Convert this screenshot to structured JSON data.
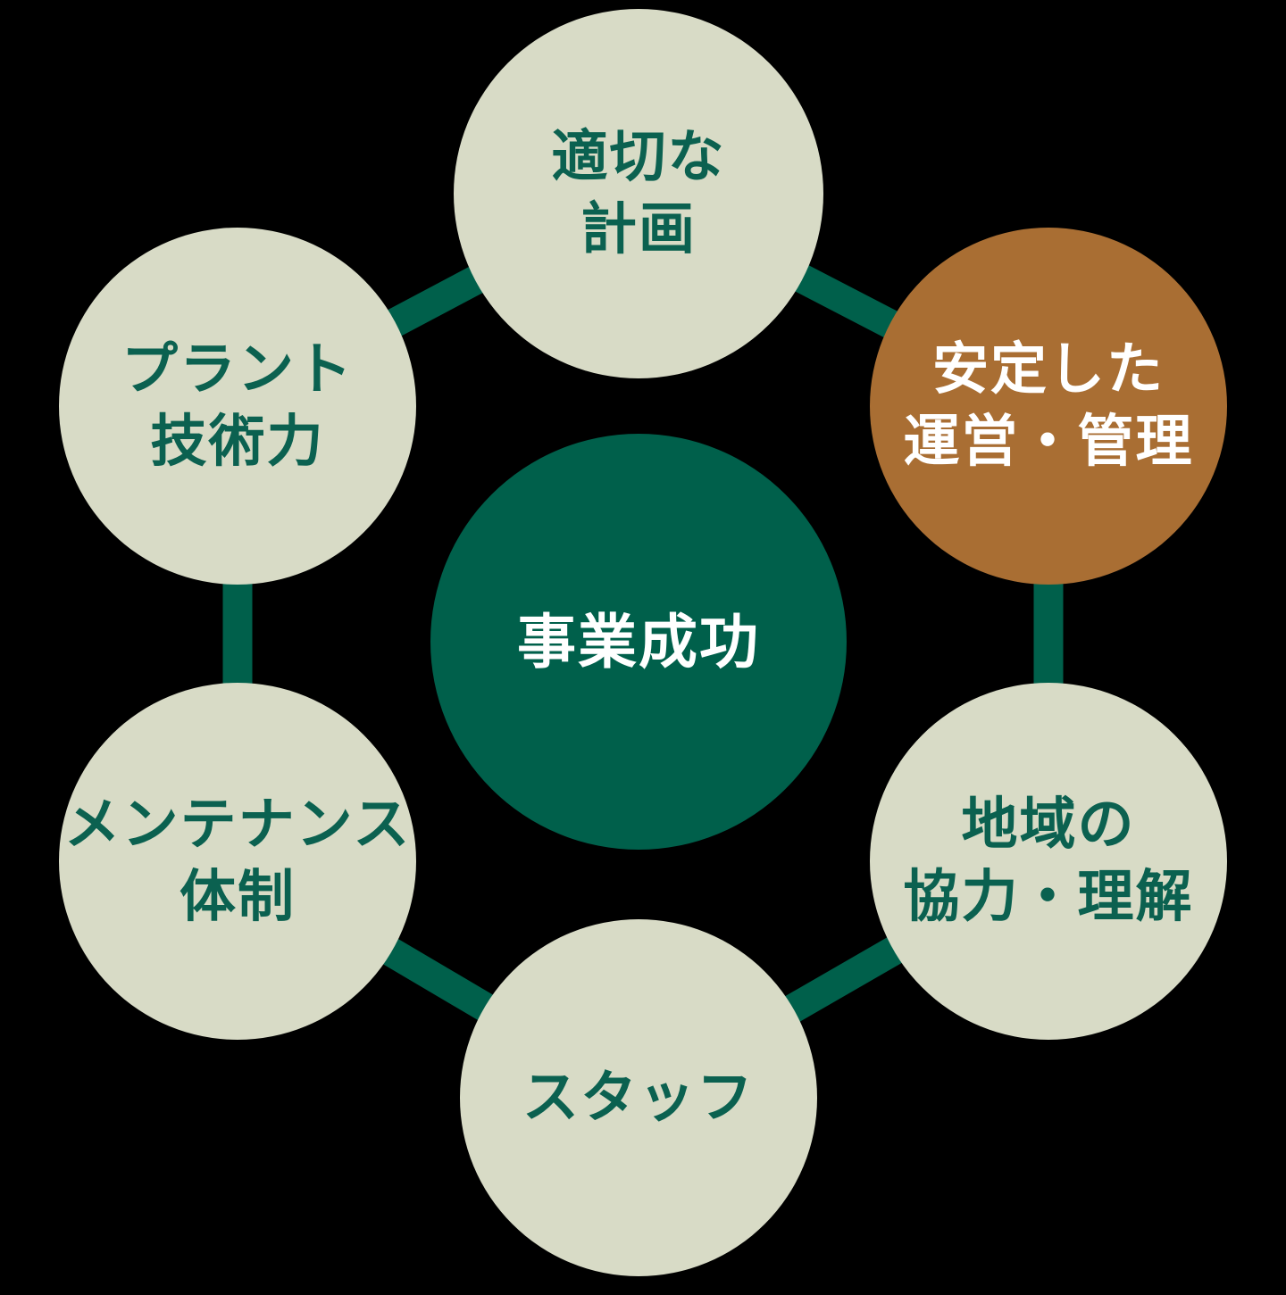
{
  "diagram": {
    "type": "hub-ring-diagram",
    "center_node": {
      "id": "business-success",
      "label": "事業成功",
      "bg_color": "#00604b",
      "text_color": "#ffffff"
    },
    "nodes": [
      {
        "id": "appropriate-planning",
        "label": "適切な\n計画",
        "bg_color": "#d8dbc6",
        "text_color": "#0b6150",
        "highlighted": false
      },
      {
        "id": "stable-operation-management",
        "label": "安定した\n運営・管理",
        "bg_color": "#a96e33",
        "text_color": "#ffffff",
        "highlighted": true
      },
      {
        "id": "regional-cooperation-understanding",
        "label": "地域の\n協力・理解",
        "bg_color": "#d8dbc6",
        "text_color": "#0b6150",
        "highlighted": false
      },
      {
        "id": "staff",
        "label": "スタッフ",
        "bg_color": "#d8dbc6",
        "text_color": "#0b6150",
        "highlighted": false
      },
      {
        "id": "maintenance-structure",
        "label": "メンテナンス\n体制",
        "bg_color": "#d8dbc6",
        "text_color": "#0b6150",
        "highlighted": false
      },
      {
        "id": "plant-technology",
        "label": "プラント\n技術力",
        "bg_color": "#d8dbc6",
        "text_color": "#0b6150",
        "highlighted": false
      }
    ],
    "connections": [
      [
        "plant-technology",
        "appropriate-planning"
      ],
      [
        "appropriate-planning",
        "stable-operation-management"
      ],
      [
        "stable-operation-management",
        "regional-cooperation-understanding"
      ],
      [
        "regional-cooperation-understanding",
        "staff"
      ],
      [
        "staff",
        "maintenance-structure"
      ],
      [
        "maintenance-structure",
        "plant-technology"
      ]
    ],
    "colors": {
      "background": "#000000",
      "connector": "#00604b",
      "circle_default": "#d8dbc6",
      "circle_highlight": "#a96e33",
      "circle_center": "#00604b"
    }
  }
}
